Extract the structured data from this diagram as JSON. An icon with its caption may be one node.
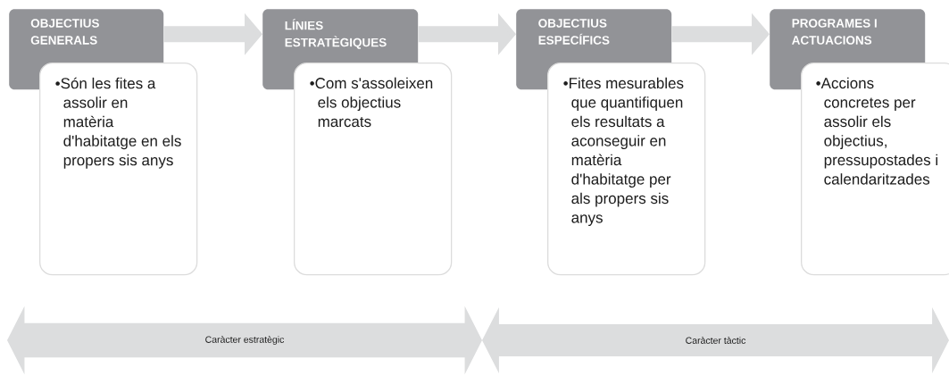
{
  "diagram": {
    "nodes": [
      {
        "text": [
          "OBJECTIUS GENERALS"
        ]
      },
      {
        "text": [
          "•Són les fites a assolir en matèria d'habitatge en els propers sis anys"
        ]
      },
      {
        "text": [
          "LÍNIES ESTRATÈGIQUES"
        ]
      },
      {
        "text": [
          "•Com s'assoleixen els objectius marcats"
        ]
      },
      {
        "text": [
          "OBJECTIUS ESPECÍFICS"
        ]
      },
      {
        "text": [
          "•Fites mesurables que quantifiquen els resultats a aconseguir en matèria d'habitatge per als propers sis anys"
        ]
      },
      {
        "text": [
          "PROGRAMES I ACTUACIONS"
        ]
      },
      {
        "text": [
          "•Accions concretes per assolir els objectius, pressupostades i calendaritzades"
        ]
      },
      {
        "text": [
          "Caràcter estratègic"
        ]
      },
      {
        "text": [
          "Caràcter tàctic"
        ]
      }
    ],
    "edges": [
      {
        "from": 0,
        "to": 2,
        "arrow": "to"
      },
      {
        "from": 2,
        "to": 4,
        "arrow": "to"
      },
      {
        "from": 4,
        "to": 6,
        "arrow": "to"
      }
    ]
  }
}
